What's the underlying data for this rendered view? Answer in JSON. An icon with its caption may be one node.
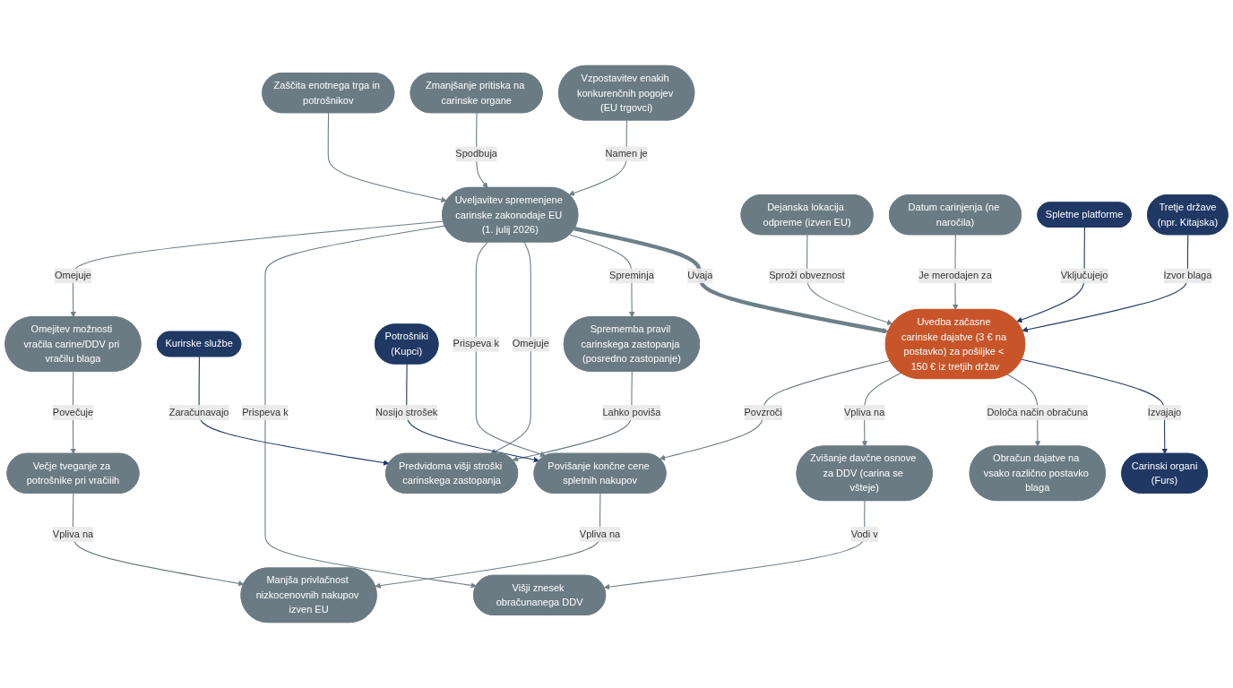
{
  "diagram": {
    "nodes": [
      {
        "text": [
          "Vzpostavitev enakih konkurenčnih pogojev (EU trgovci)"
        ]
      },
      {
        "text": [
          "Zmanjšanje pritiska na carinske organe"
        ]
      },
      {
        "text": [
          "Zaščita enotnega trga in potrošnikov"
        ]
      },
      {
        "text": [
          "Dejanska lokacija odpreme (izven EU)"
        ]
      },
      {
        "text": [
          "Datum carinjenja (ne naročila)"
        ]
      },
      {
        "text": [
          "Carinski organi",
          "(Furs)"
        ]
      },
      {
        "text": [
          "Obračun dajatve na vsako različno postavko blaga"
        ]
      },
      {
        "text": [
          "Uveljavitev spremenjene carinske zakonodaje EU (1. julij 2026)"
        ]
      },
      {
        "text": [
          "Uvedba začasne carinske dajatve (3 € na postavko) za pošiljke < 150 € iz tretjih držav"
        ]
      },
      {
        "text": [
          "Spletne platforme"
        ]
      },
      {
        "text": [
          "Tretje države",
          "(npr. Kitajska)"
        ]
      },
      {
        "text": [
          "Sprememba pravil carinskega zastopanja (posredno zastopanje)"
        ]
      },
      {
        "text": [
          "Višji znesek obračunanega DDV"
        ]
      },
      {
        "text": [
          "Zvišanje davčne osnove za DDV (carina se všteje)"
        ]
      },
      {
        "text": [
          "Predvidoma višji stroški carinskega zastopanja"
        ]
      },
      {
        "text": [
          "Povišanje končne cene spletnih nakupov"
        ]
      },
      {
        "text": [
          "Potrošniki",
          "(Kupci)"
        ]
      },
      {
        "text": [
          "Kurirske službe"
        ]
      },
      {
        "text": [
          "Omejitev možnosti vračila carine/DDV pri vračilu blaga"
        ]
      },
      {
        "text": [
          "Večje tveganje za potrošnike pri vračiiih"
        ]
      },
      {
        "text": [
          "Manjša privlačnost nizkocenovnih nakupov izven EU"
        ]
      }
    ],
    "edges": [
      {
        "from": 0,
        "to": 7,
        "arrow": "to",
        "label": "Namen je"
      },
      {
        "from": 1,
        "to": 7,
        "arrow": "to",
        "label": "Spodbuja"
      },
      {
        "from": 2,
        "to": 7,
        "arrow": "to"
      },
      {
        "from": 7,
        "to": 8,
        "arrow": "to",
        "label": "Uvaja",
        "style": "thick"
      },
      {
        "from": 8,
        "to": 5,
        "arrow": "to",
        "label": "Izvajajo",
        "color": "#1f3864"
      },
      {
        "from": 3,
        "to": 8,
        "arrow": "to",
        "label": "Sproži obveznost"
      },
      {
        "from": 4,
        "to": 8,
        "arrow": "to",
        "label": "Je merodajen za"
      },
      {
        "from": 8,
        "to": 6,
        "arrow": "to",
        "label": "Določa način obračuna"
      },
      {
        "from": 9,
        "to": 8,
        "arrow": "to",
        "label": "Vključujejo",
        "color": "#1f3864"
      },
      {
        "from": 10,
        "to": 8,
        "arrow": "to",
        "label": "Izvor blaga",
        "color": "#1f3864"
      },
      {
        "from": 7,
        "to": 11,
        "arrow": "to",
        "label": "Spreminja"
      },
      {
        "from": 7,
        "to": 14,
        "arrow": "to",
        "label": "Omejuje"
      },
      {
        "from": 7,
        "to": 15,
        "arrow": "to",
        "label": "Prispeva k"
      },
      {
        "from": 7,
        "to": 12,
        "arrow": "to",
        "label": "Prispeva k"
      },
      {
        "from": 7,
        "to": 18,
        "arrow": "to",
        "label": "Omejuje"
      },
      {
        "from": 11,
        "to": 14,
        "arrow": "to",
        "label": "Lahko poviša"
      },
      {
        "from": 17,
        "to": 14,
        "arrow": "to",
        "label": "Zaračunavajo",
        "color": "#1f3864"
      },
      {
        "from": 8,
        "to": 13,
        "arrow": "to",
        "label": "Vpliva na"
      },
      {
        "from": 13,
        "to": 12,
        "arrow": "to",
        "label": "Vodi v"
      },
      {
        "from": 8,
        "to": 15,
        "arrow": "to",
        "label": "Povzroči"
      },
      {
        "from": 16,
        "to": 15,
        "arrow": "to",
        "label": "Nosijo strošek",
        "color": "#1f3864"
      },
      {
        "from": 15,
        "to": 20,
        "arrow": "to",
        "label": "Vpliva na"
      },
      {
        "from": 18,
        "to": 19,
        "arrow": "to",
        "label": "Povečuje"
      },
      {
        "from": 19,
        "to": 20,
        "arrow": "to",
        "label": "Vpliva na"
      }
    ]
  }
}
